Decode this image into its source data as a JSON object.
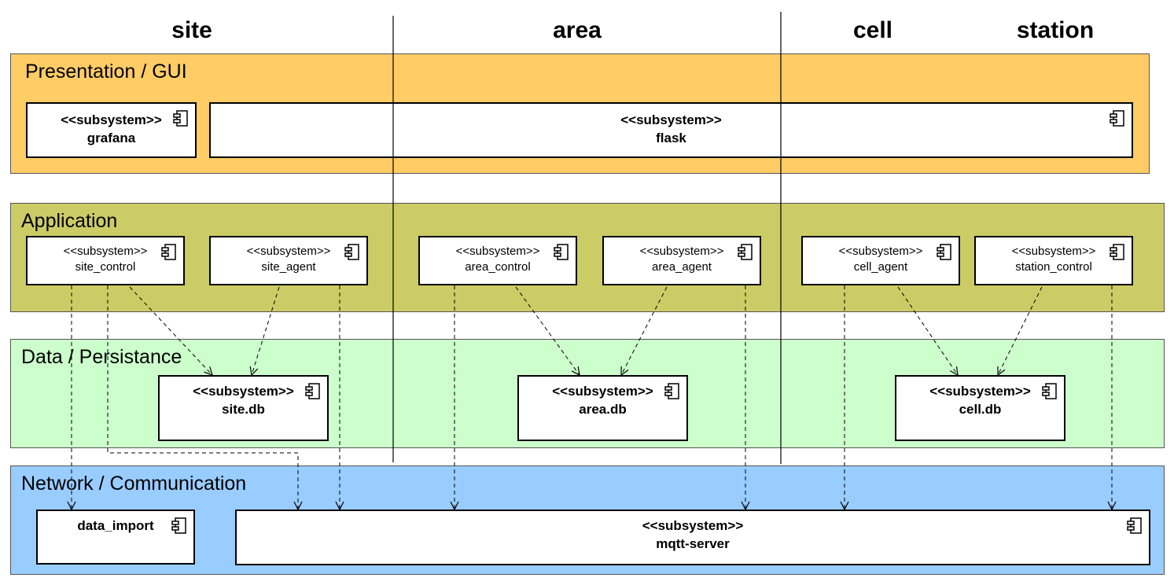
{
  "columns": [
    "site",
    "area",
    "cell",
    "station"
  ],
  "layers": {
    "presentation": {
      "title": "Presentation / GUI",
      "color": "#ffcc66"
    },
    "application": {
      "title": "Application",
      "color": "#cccc66"
    },
    "data": {
      "title": "Data / Persistance",
      "color": "#ccffcc"
    },
    "network": {
      "title": "Network / Communication",
      "color": "#99ccff"
    }
  },
  "stereotype": "<<subsystem>>",
  "components": {
    "grafana": "grafana",
    "flask": "flask",
    "site_control": "site_control",
    "site_agent": "site_agent",
    "area_control": "area_control",
    "area_agent": "area_agent",
    "cell_agent": "cell_agent",
    "station_control": "station_control",
    "site_db": "site.db",
    "area_db": "area.db",
    "cell_db": "cell.db",
    "data_import": "data_import",
    "mqtt_server": "mqtt-server"
  },
  "icon": "component-icon"
}
